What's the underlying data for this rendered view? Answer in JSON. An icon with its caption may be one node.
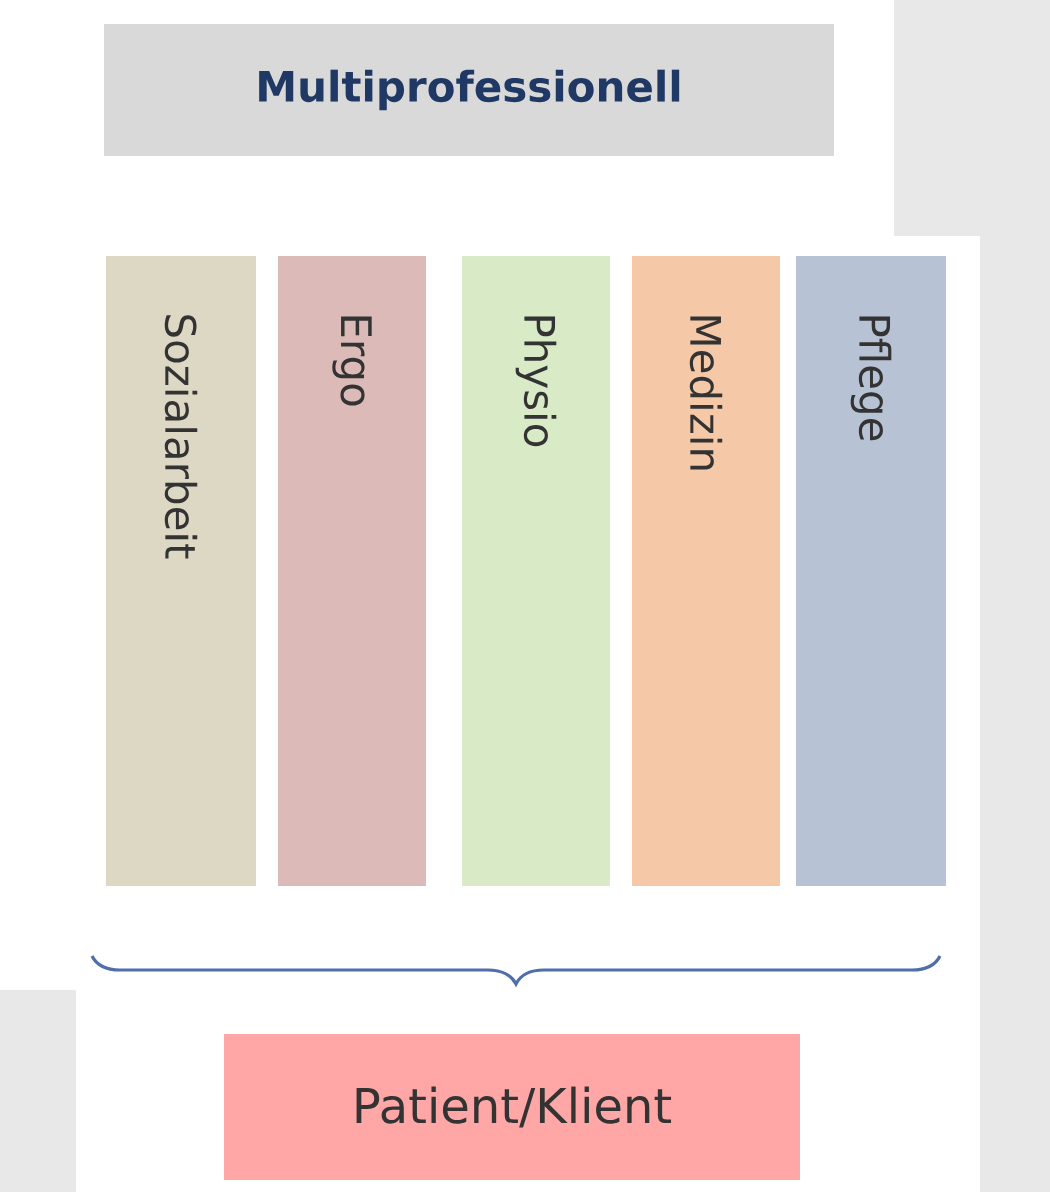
{
  "diagram": {
    "nodes": [
      {
        "text": [
          "Multiprofessionell"
        ]
      },
      {
        "text": [
          "Sozialarbeit"
        ]
      },
      {
        "text": [
          "Ergo"
        ]
      },
      {
        "text": [
          "Physio"
        ]
      },
      {
        "text": [
          "Medizin"
        ]
      },
      {
        "text": [
          "Pflege"
        ]
      },
      {
        "text": [
          "Patient/Klient"
        ]
      }
    ]
  }
}
